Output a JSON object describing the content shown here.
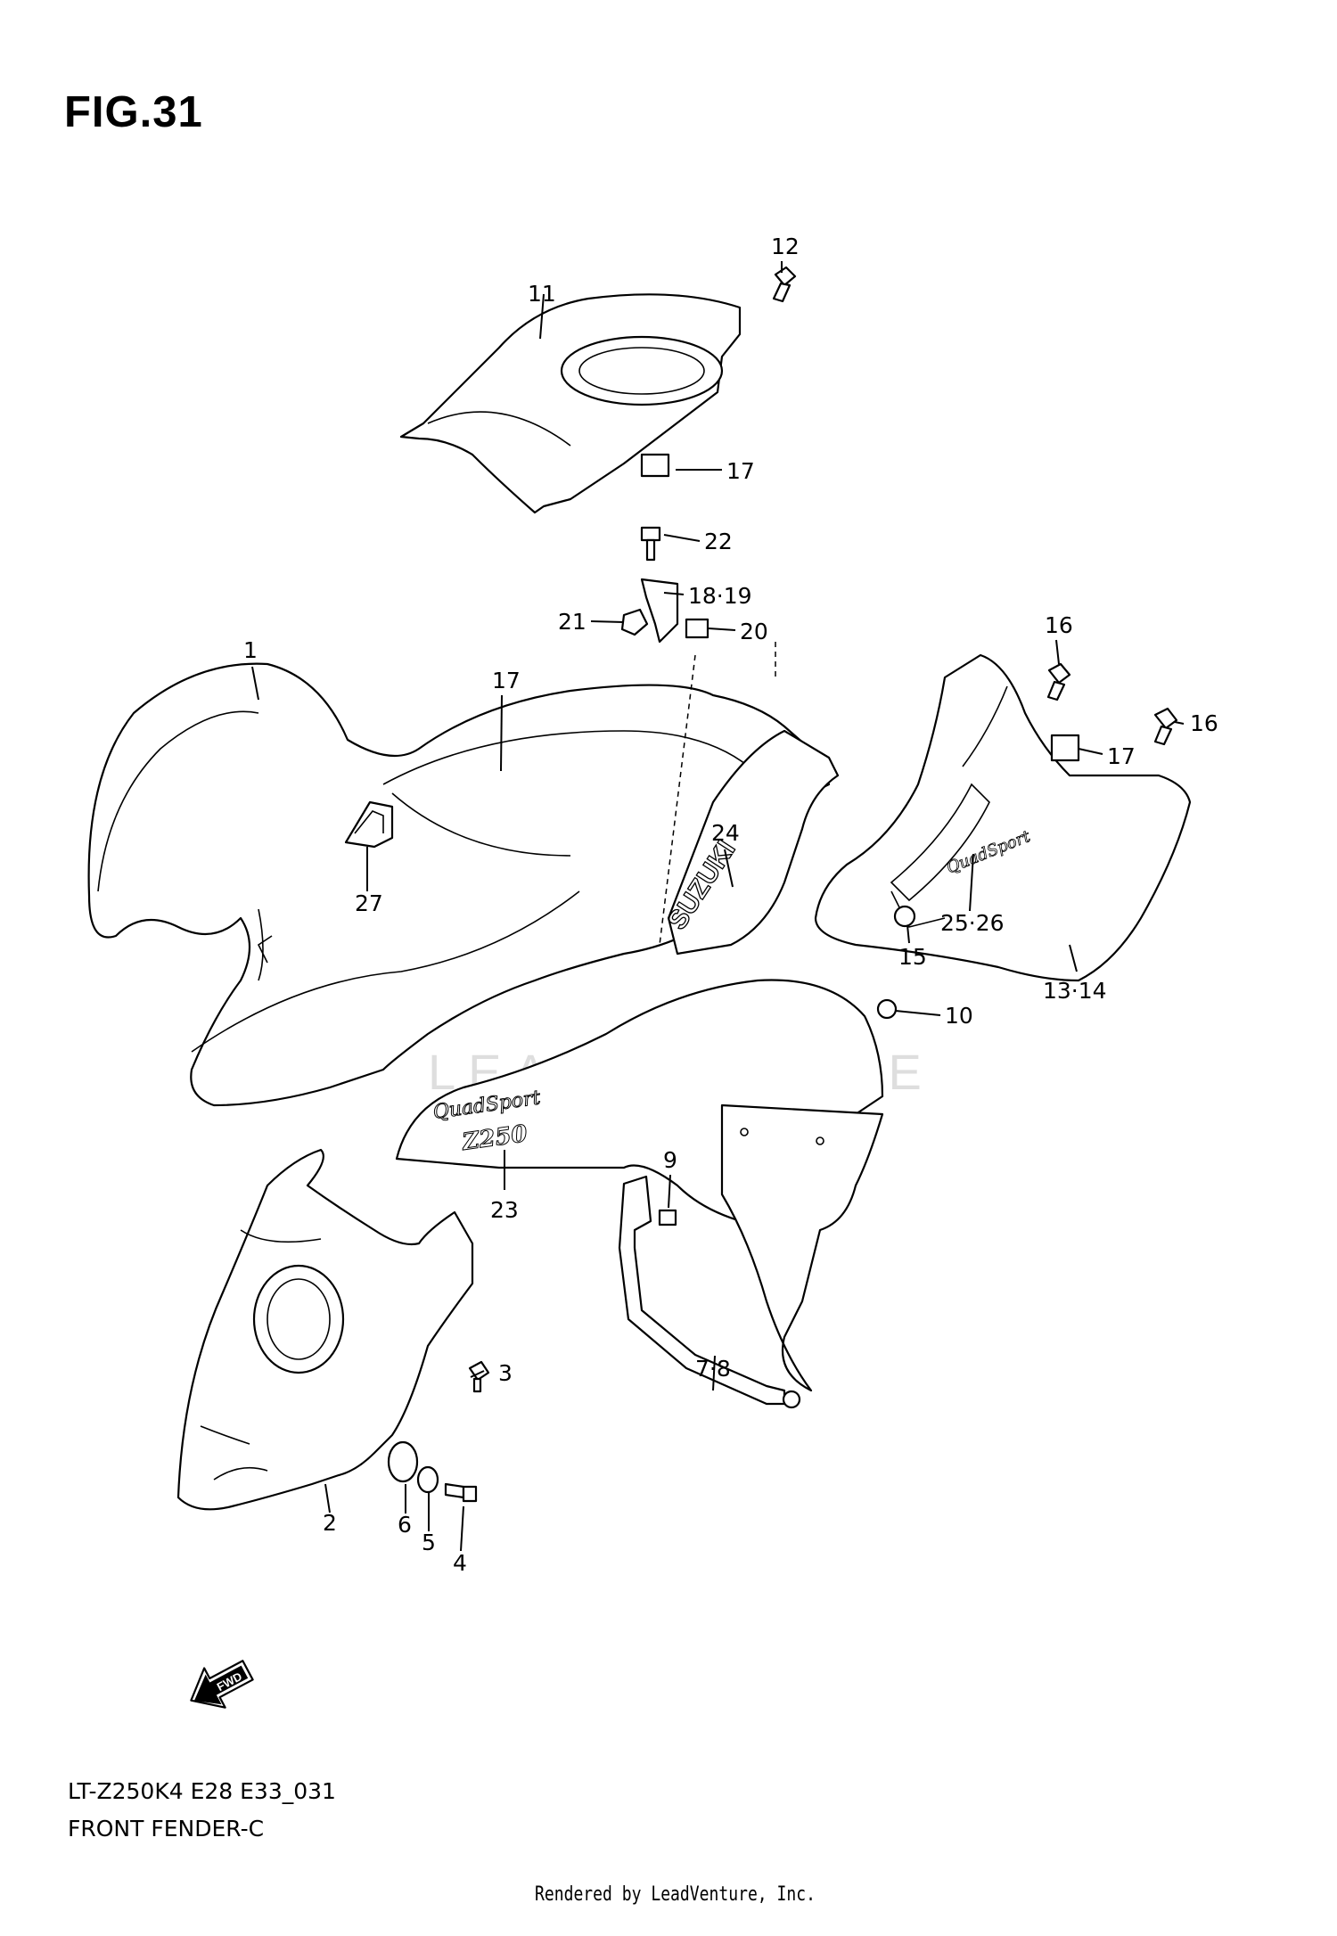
{
  "figure": {
    "title": "FIG.31"
  },
  "watermark": "LEADVENTURE",
  "callouts": [
    {
      "id": "c1",
      "text": "1"
    },
    {
      "id": "c2",
      "text": "2"
    },
    {
      "id": "c3",
      "text": "3"
    },
    {
      "id": "c4",
      "text": "4"
    },
    {
      "id": "c5",
      "text": "5"
    },
    {
      "id": "c6",
      "text": "6"
    },
    {
      "id": "c78",
      "text": "7·8"
    },
    {
      "id": "c9",
      "text": "9"
    },
    {
      "id": "c10",
      "text": "10"
    },
    {
      "id": "c11",
      "text": "11"
    },
    {
      "id": "c12",
      "text": "12"
    },
    {
      "id": "c1314",
      "text": "13·14"
    },
    {
      "id": "c15",
      "text": "15"
    },
    {
      "id": "c16a",
      "text": "16"
    },
    {
      "id": "c16b",
      "text": "16"
    },
    {
      "id": "c17a",
      "text": "17"
    },
    {
      "id": "c17b",
      "text": "17"
    },
    {
      "id": "c17c",
      "text": "17"
    },
    {
      "id": "c1819",
      "text": "18·19"
    },
    {
      "id": "c20",
      "text": "20"
    },
    {
      "id": "c21",
      "text": "21"
    },
    {
      "id": "c22",
      "text": "22"
    },
    {
      "id": "c23",
      "text": "23"
    },
    {
      "id": "c24",
      "text": "24"
    },
    {
      "id": "c2526",
      "text": "25·26"
    },
    {
      "id": "c27",
      "text": "27"
    }
  ],
  "decals": {
    "brand": "SUZUKI",
    "quadsport": "QuadSport",
    "model": "Z250",
    "fwd_arrow": "FWD"
  },
  "footer": {
    "model_code": "LT-Z250K4 E28 E33_031",
    "section_title": "FRONT FENDER-C",
    "rendered_by": "Rendered by LeadVenture, Inc."
  }
}
